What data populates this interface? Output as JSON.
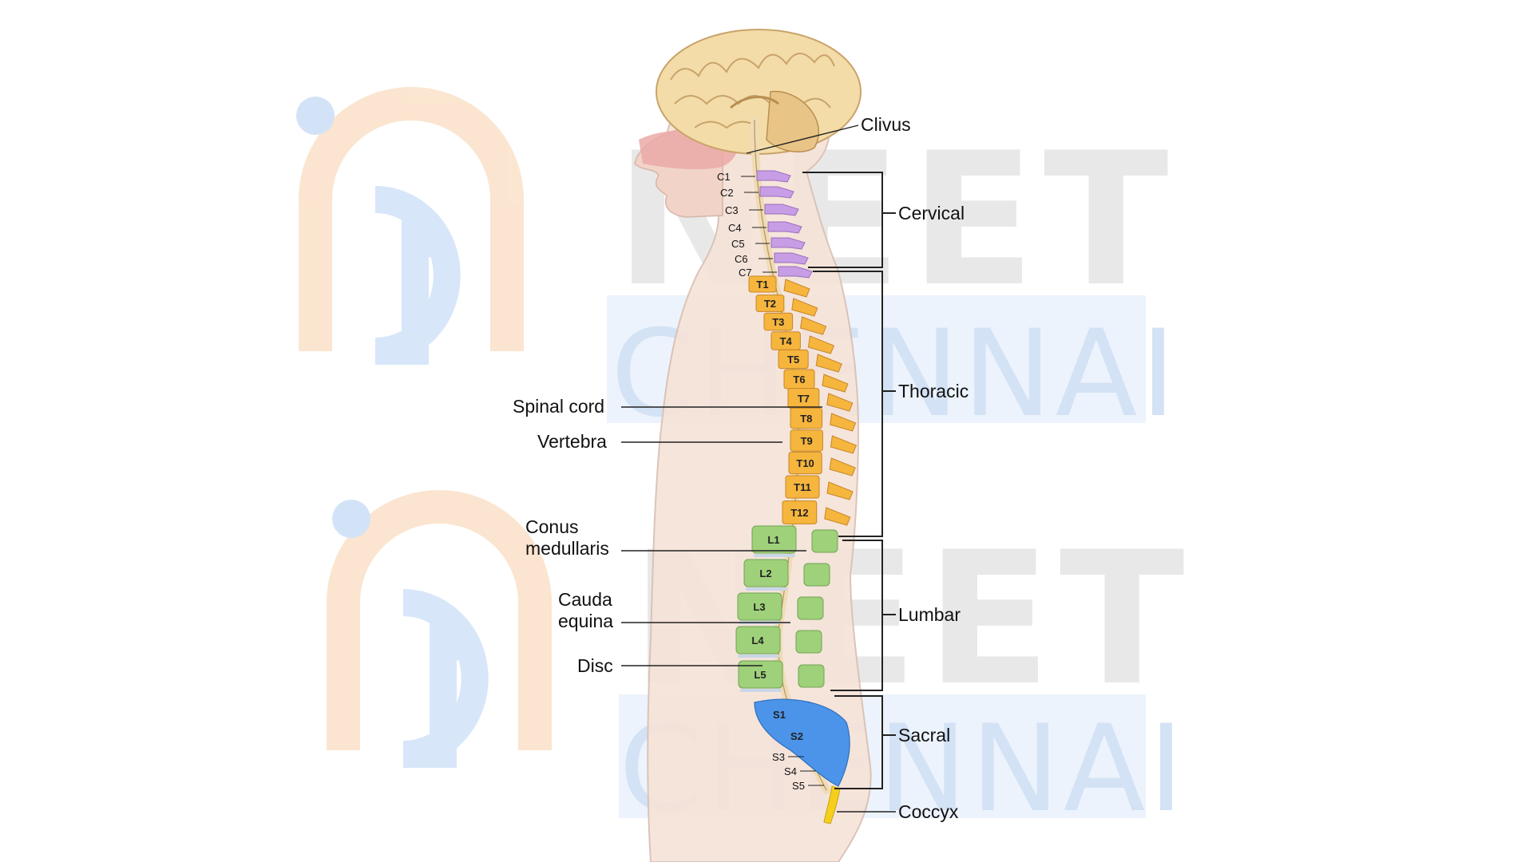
{
  "watermark": {
    "word1": "NEET",
    "word2": "CHENNAI",
    "colors": {
      "logo_orange": "#fbe3cc",
      "logo_blue": "#cfe0f7",
      "text_gray": "#e6e6e6",
      "band_blue": "#eaf2fc"
    }
  },
  "labels": {
    "clivus": "Clivus",
    "spinal_cord": "Spinal cord",
    "vertebra": "Vertebra",
    "conus_1": "Conus",
    "conus_2": "medullaris",
    "cauda_1": "Cauda",
    "cauda_2": "equina",
    "disc": "Disc"
  },
  "regions": {
    "cervical": "Cervical",
    "thoracic": "Thoracic",
    "lumbar": "Lumbar",
    "sacral": "Sacral",
    "coccyx": "Coccyx"
  },
  "cervical_vertebrae": [
    "C1",
    "C2",
    "C3",
    "C4",
    "C5",
    "C6",
    "C7"
  ],
  "thoracic_vertebrae": [
    "T1",
    "T2",
    "T3",
    "T4",
    "T5",
    "T6",
    "T7",
    "T8",
    "T9",
    "T10",
    "T11",
    "T12"
  ],
  "lumbar_vertebrae": [
    "L1",
    "L2",
    "L3",
    "L4",
    "L5"
  ],
  "sacral_vertebrae": [
    "S1",
    "S2",
    "S3",
    "S4",
    "S5"
  ],
  "colors": {
    "cervical": "#c79de6",
    "thoracic": "#f6b53d",
    "lumbar": "#9fd17a",
    "sacral": "#4b94ea",
    "coccyx": "#f5cf1c",
    "body": "#f6e3d8",
    "cord": "#f2e2c4",
    "brain": "#f3dca8"
  }
}
